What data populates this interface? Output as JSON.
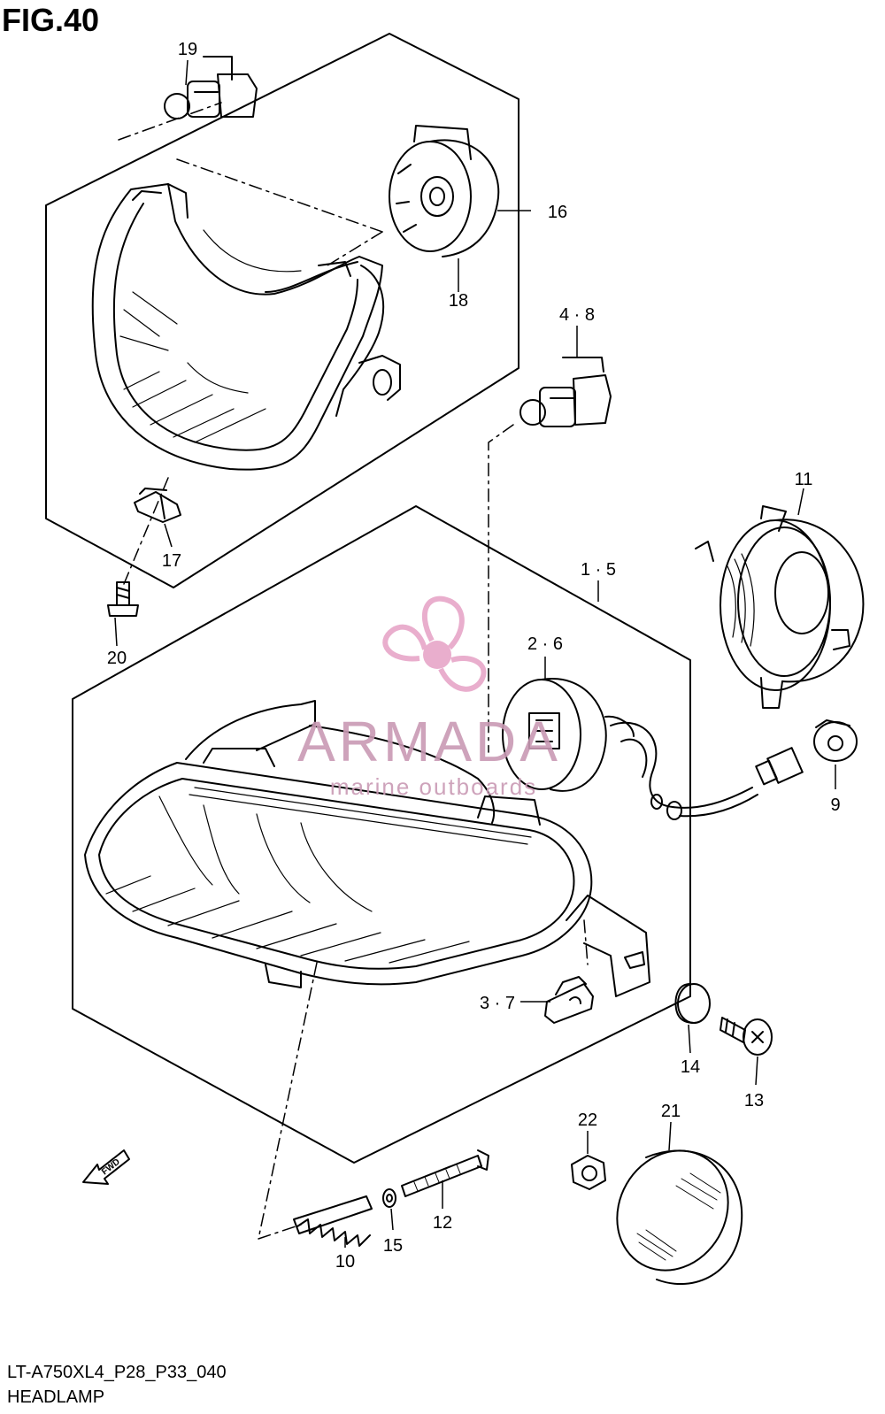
{
  "figure": {
    "title": "FIG.40"
  },
  "footer": {
    "code": "LT-A750XL4_P28_P33_040",
    "caption": "HEADLAMP"
  },
  "watermark": {
    "brand": "ARMADA",
    "tagline": "marine outboards",
    "color": "#e7a6c8"
  },
  "fwd_arrow": {
    "label": "FWD"
  },
  "callouts": [
    {
      "id": "c19",
      "label": "19"
    },
    {
      "id": "c16",
      "label": "16"
    },
    {
      "id": "c18",
      "label": "18"
    },
    {
      "id": "c48",
      "label": "4 · 8"
    },
    {
      "id": "c11",
      "label": "11"
    },
    {
      "id": "c17",
      "label": "17"
    },
    {
      "id": "c20",
      "label": "20"
    },
    {
      "id": "c15b",
      "label": "1 · 5"
    },
    {
      "id": "c26",
      "label": "2 · 6"
    },
    {
      "id": "c9",
      "label": "9"
    },
    {
      "id": "c37",
      "label": "3 · 7"
    },
    {
      "id": "c14",
      "label": "14"
    },
    {
      "id": "c13",
      "label": "13"
    },
    {
      "id": "c22",
      "label": "22"
    },
    {
      "id": "c21",
      "label": "21"
    },
    {
      "id": "c10",
      "label": "10"
    },
    {
      "id": "c15",
      "label": "15"
    },
    {
      "id": "c12",
      "label": "12"
    }
  ]
}
